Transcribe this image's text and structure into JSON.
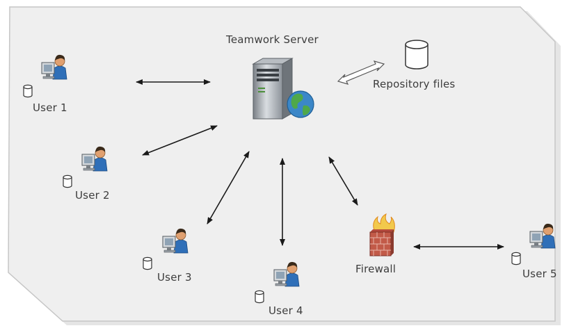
{
  "server": {
    "label": "Teamwork Server",
    "icon": "server-globe-icon"
  },
  "repository": {
    "label": "Repository files",
    "icon": "database-icon"
  },
  "firewall": {
    "label": "Firewall",
    "icon": "firewall-icon"
  },
  "users": [
    {
      "label": "User 1",
      "icon": "user-computer-icon"
    },
    {
      "label": "User 2",
      "icon": "user-computer-icon"
    },
    {
      "label": "User 3",
      "icon": "user-computer-icon"
    },
    {
      "label": "User 4",
      "icon": "user-computer-icon"
    },
    {
      "label": "User 5",
      "icon": "user-computer-icon"
    }
  ],
  "colors": {
    "panel_fill": "#efefef",
    "panel_edge": "#c9c9c9",
    "arrow": "#1a1a1a",
    "label_text": "#3c3c3c"
  }
}
